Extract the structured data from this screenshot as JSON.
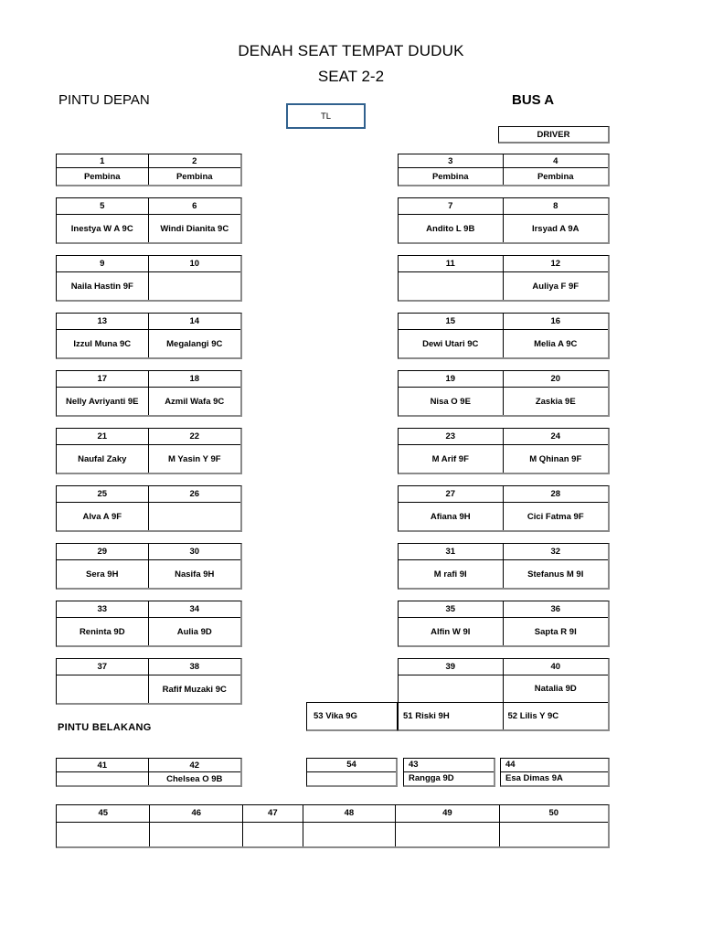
{
  "header": {
    "title": "DENAH SEAT TEMPAT DUDUK",
    "subtitle": "SEAT 2-2",
    "front_door_label": "PINTU DEPAN",
    "bus_label": "BUS A",
    "back_door_label": "PINTU BELAKANG",
    "tl_label": "TL",
    "driver_label": "DRIVER"
  },
  "colors": {
    "tl_border": "#31618E",
    "cell_border": "#000000",
    "shadow_border": "#8A8A8A",
    "background": "#FFFFFF"
  },
  "left_blocks": [
    {
      "num_a": "1",
      "name_a": "Pembina",
      "num_b": "2",
      "name_b": "Pembina"
    },
    {
      "num_a": "5",
      "name_a": "Inestya W A 9C",
      "num_b": "6",
      "name_b": "Windi Dianita 9C"
    },
    {
      "num_a": "9",
      "name_a": "Naila Hastin 9F",
      "num_b": "10",
      "name_b": ""
    },
    {
      "num_a": "13",
      "name_a": "Izzul Muna 9C",
      "num_b": "14",
      "name_b": "Megalangi 9C"
    },
    {
      "num_a": "17",
      "name_a": "Nelly Avriyanti 9E",
      "num_b": "18",
      "name_b": "Azmil Wafa 9C"
    },
    {
      "num_a": "21",
      "name_a": "Naufal Zaky",
      "num_b": "22",
      "name_b": "M Yasin Y 9F"
    },
    {
      "num_a": "25",
      "name_a": "Alva A 9F",
      "num_b": "26",
      "name_b": ""
    },
    {
      "num_a": "29",
      "name_a": "Sera 9H",
      "num_b": "30",
      "name_b": "Nasifa 9H"
    },
    {
      "num_a": "33",
      "name_a": "Reninta 9D",
      "num_b": "34",
      "name_b": "Aulia 9D"
    },
    {
      "num_a": "37",
      "name_a": "",
      "num_b": "38",
      "name_b": "Rafif Muzaki 9C"
    }
  ],
  "right_blocks": [
    {
      "num_a": "3",
      "name_a": "Pembina",
      "num_b": "4",
      "name_b": "Pembina"
    },
    {
      "num_a": "7",
      "name_a": "Andito L 9B",
      "num_b": "8",
      "name_b": "Irsyad A 9A"
    },
    {
      "num_a": "11",
      "name_a": "",
      "num_b": "12",
      "name_b": "Auliya F 9F"
    },
    {
      "num_a": "15",
      "name_a": "Dewi Utari 9C",
      "num_b": "16",
      "name_b": "Melia A 9C"
    },
    {
      "num_a": "19",
      "name_a": "Nisa O 9E",
      "num_b": "20",
      "name_b": "Zaskia 9E"
    },
    {
      "num_a": "23",
      "name_a": "M Arif 9F",
      "num_b": "24",
      "name_b": "M Qhinan 9F"
    },
    {
      "num_a": "27",
      "name_a": "Afiana 9H",
      "num_b": "28",
      "name_b": "Cici Fatma 9F"
    },
    {
      "num_a": "31",
      "name_a": "M rafi 9I",
      "num_b": "32",
      "name_b": "Stefanus M 9I"
    },
    {
      "num_a": "35",
      "name_a": "Alfin W 9I",
      "num_b": "36",
      "name_b": "Sapta R 9I"
    }
  ],
  "rear_block": {
    "num_a": "39",
    "name_a": "",
    "num_b": "40",
    "name_b": "Natalia 9D",
    "extra_a": "51 Riski 9H",
    "extra_b": "52 Lilis Y 9C",
    "side_seat": "53 Vika 9G"
  },
  "rear_left_block": {
    "num_a": "41",
    "name_a": "",
    "num_b": "42",
    "name_b": "Chelsea O 9B"
  },
  "rear_mini_boxes": [
    {
      "num": "54",
      "name": "",
      "align": "center"
    },
    {
      "num": "43",
      "name": "Rangga 9D",
      "align": "left"
    },
    {
      "num": "44",
      "name": "Esa Dimas 9A",
      "align": "left"
    }
  ],
  "bottom_table": {
    "numbers": [
      "45",
      "46",
      "47",
      "48",
      "49",
      "50"
    ],
    "names": [
      "",
      "",
      "",
      "",
      "",
      ""
    ],
    "widths": [
      103,
      102,
      66,
      102,
      114,
      119
    ]
  }
}
